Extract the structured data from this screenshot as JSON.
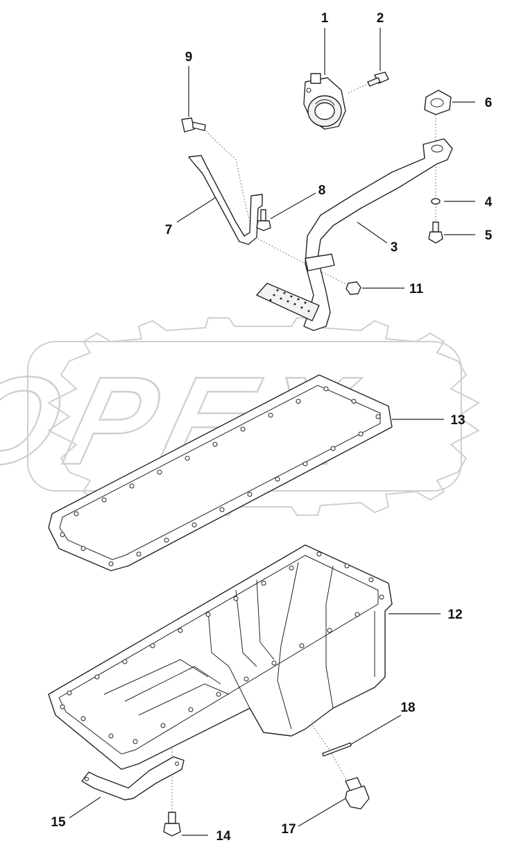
{
  "watermark": {
    "text": "OPEX"
  },
  "callouts": [
    {
      "id": "1",
      "label": "1"
    },
    {
      "id": "2",
      "label": "2"
    },
    {
      "id": "3",
      "label": "3"
    },
    {
      "id": "4",
      "label": "4"
    },
    {
      "id": "5",
      "label": "5"
    },
    {
      "id": "6",
      "label": "6"
    },
    {
      "id": "7",
      "label": "7"
    },
    {
      "id": "8",
      "label": "8"
    },
    {
      "id": "9",
      "label": "9"
    },
    {
      "id": "11",
      "label": "11"
    },
    {
      "id": "12",
      "label": "12"
    },
    {
      "id": "13",
      "label": "13"
    },
    {
      "id": "14",
      "label": "14"
    },
    {
      "id": "15",
      "label": "15"
    },
    {
      "id": "17",
      "label": "17"
    },
    {
      "id": "18",
      "label": "18"
    }
  ]
}
